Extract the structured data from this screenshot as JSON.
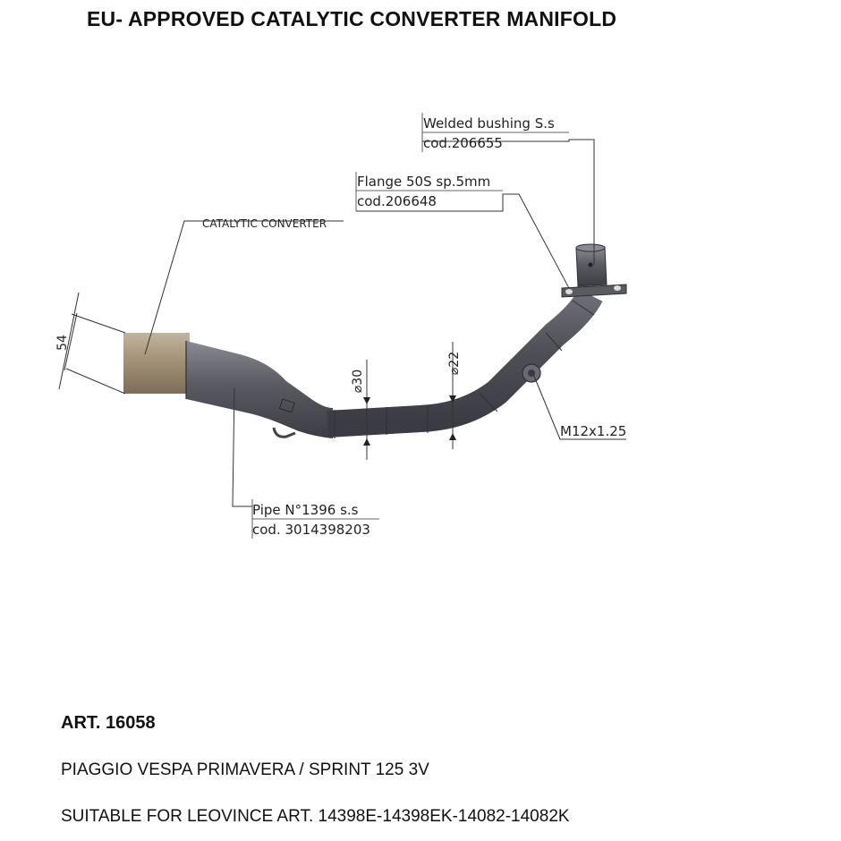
{
  "title": "EU- APPROVED CATALYTIC CONVERTER MANIFOLD",
  "callouts": {
    "catalytic_converter": "CATALYTIC CONVERTER",
    "welded_bushing_line1": "Welded bushing S.s",
    "welded_bushing_line2": "cod.206655",
    "flange_line1": "Flange 50S sp.5mm",
    "flange_line2": "cod.206648",
    "pipe_line1": "Pipe N°1396 s.s",
    "pipe_line2": "cod. 3014398203",
    "thread": "M12x1.25"
  },
  "dimensions": {
    "converter_diameter": "54",
    "pipe_diameter_1": "⌀30",
    "pipe_diameter_2": "⌀22"
  },
  "info": {
    "article": "ART. 16058",
    "model": "PIAGGIO VESPA PRIMAVERA / SPRINT 125 3V",
    "suitable_for": "SUITABLE FOR LEOVINCE ART. 14398E-14398EK-14082-14082K"
  },
  "colors": {
    "pipe": "#4a4a52",
    "pipe_highlight": "#7a7a84",
    "converter": "#a8977f",
    "line": "#333333"
  }
}
